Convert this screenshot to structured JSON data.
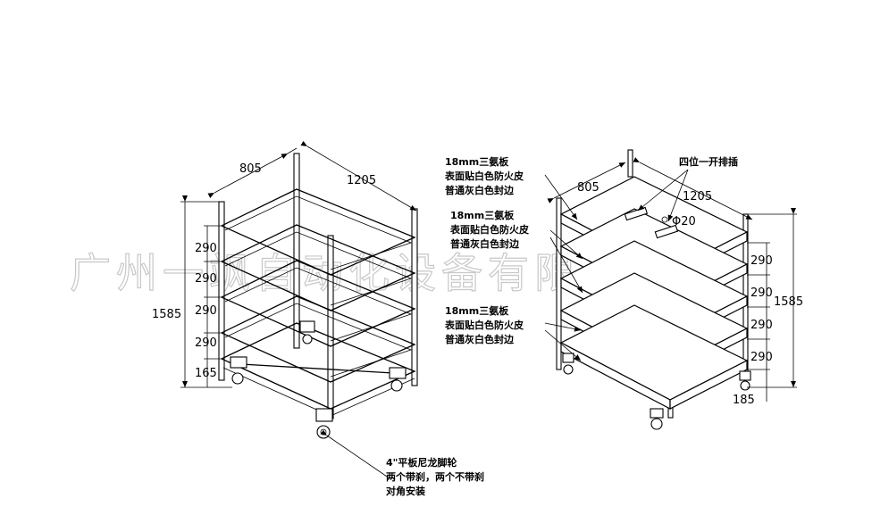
{
  "watermark": "广州一飒自动化设备有限公司",
  "left_cart": {
    "dims": {
      "depth": "805",
      "width": "1205",
      "height": "1585",
      "levels": [
        "290",
        "290",
        "290",
        "290",
        "165"
      ]
    },
    "caster_note": [
      "4\"平板尼龙脚轮",
      "两个带刹，两个不带刹",
      "对角安装"
    ]
  },
  "right_cart": {
    "dims": {
      "depth": "805",
      "width": "1205",
      "height": "1585",
      "levels": [
        "290",
        "290",
        "290",
        "290",
        "185"
      ],
      "hole": "Φ20"
    },
    "socket_note": "四位一开排插",
    "board_notes": [
      [
        "18mm三氨板",
        "表面贴白色防火皮",
        "普通灰白色封边"
      ],
      [
        "18mm三氨板",
        "表面贴白色防火皮",
        "普通灰白色封边"
      ],
      [
        "18mm三氨板",
        "表面贴白色防火皮",
        "普通灰白色封边"
      ]
    ]
  }
}
